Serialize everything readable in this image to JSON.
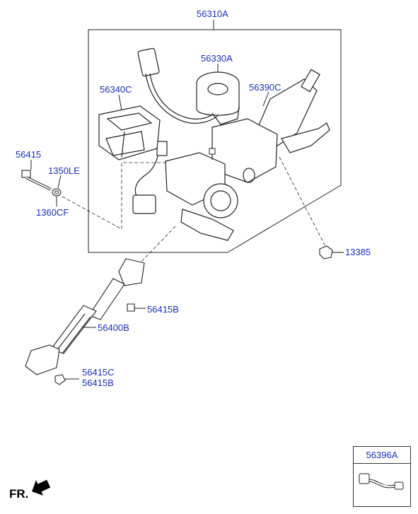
{
  "labels": {
    "assembly": "56310A",
    "motor": "56330A",
    "control_unit": "56340C",
    "column_body": "56390C",
    "bolt": "56415",
    "washer_a": "1350LE",
    "washer_b": "1360CF",
    "nut": "13385",
    "shaft": "56400B",
    "shaft_bolt": "56415B",
    "lower_bolt_c": "56415C",
    "lower_bolt_b": "56415B",
    "inset_part": "56396A"
  },
  "front_marker": "FR."
}
